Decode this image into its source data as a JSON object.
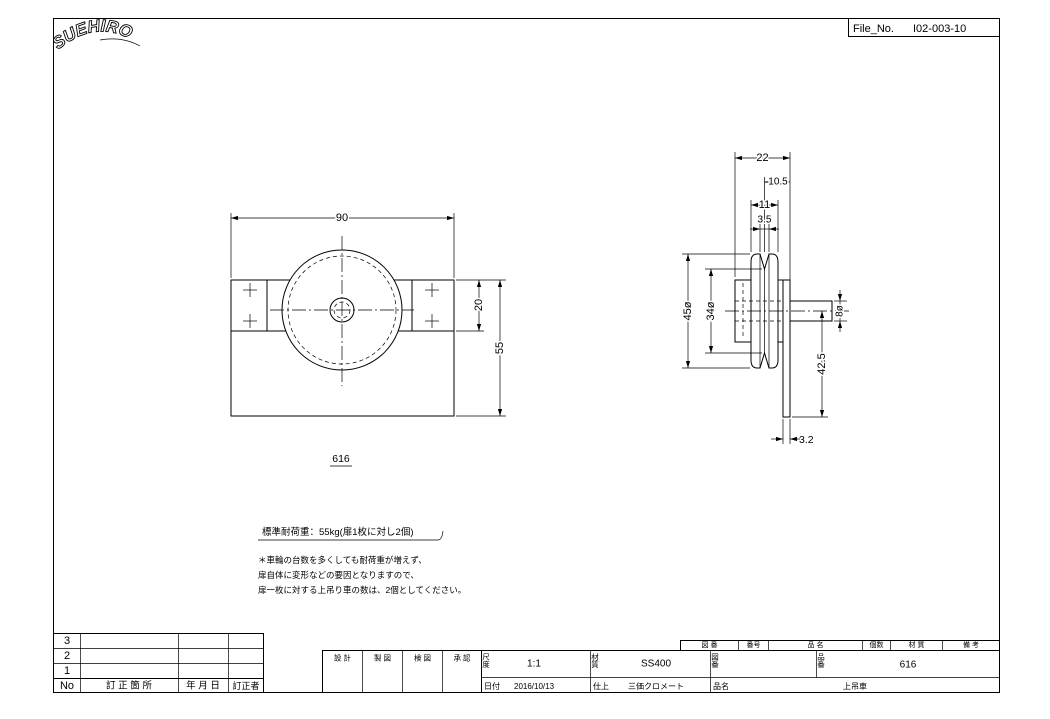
{
  "logo": "SUEHIRO",
  "file_no": {
    "label": "File_No.",
    "value": "I02-003-10"
  },
  "front_view": {
    "dim_width": "90",
    "dim_bracket_height": "20",
    "dim_total_height": "55",
    "part_label": "616"
  },
  "side_view": {
    "dim_overall_width": "22",
    "dim_groove_offset": "10.5",
    "dim_wheel_width": "11",
    "dim_groove_width": "3.5",
    "dim_outer_diameter": "45ø",
    "dim_groove_diameter": "34ø",
    "dim_shaft_diameter": "8ø",
    "dim_axis_height": "42.5",
    "dim_plate_thickness": "3.2"
  },
  "notes": {
    "load_rating": "標準耐荷重：55kg(扉1枚に対し2個)",
    "lines": [
      "＊車輪の台数を多くしても耐荷重が増えず、",
      "扉自体に変形などの要因となりますので、",
      "扉一枚に対する上吊り車の数は、2個としてください。"
    ]
  },
  "revision_table": {
    "rows": [
      "3",
      "2",
      "1"
    ],
    "headers": {
      "no": "No",
      "location": "訂 正 箇 所",
      "date": "年 月 日",
      "reviser": "訂正者"
    }
  },
  "title_block": {
    "parts_header": [
      "図 番",
      "番号",
      "品 名",
      "個数",
      "材 質",
      "備 考"
    ],
    "approvals": [
      "設 計",
      "製 図",
      "検 図",
      "承 認"
    ],
    "scale": {
      "label": "尺度",
      "value": "1:1"
    },
    "material": {
      "label": "材質",
      "value": "SS400"
    },
    "drawing_no": {
      "label": "図番"
    },
    "part_no": {
      "label": "品番",
      "value": "616"
    },
    "date": {
      "label": "日付",
      "value": "2016/10/13"
    },
    "finish": {
      "label": "仕上",
      "value": "三価クロメート"
    },
    "part_name": {
      "label": "品名",
      "value": "上吊車"
    }
  }
}
